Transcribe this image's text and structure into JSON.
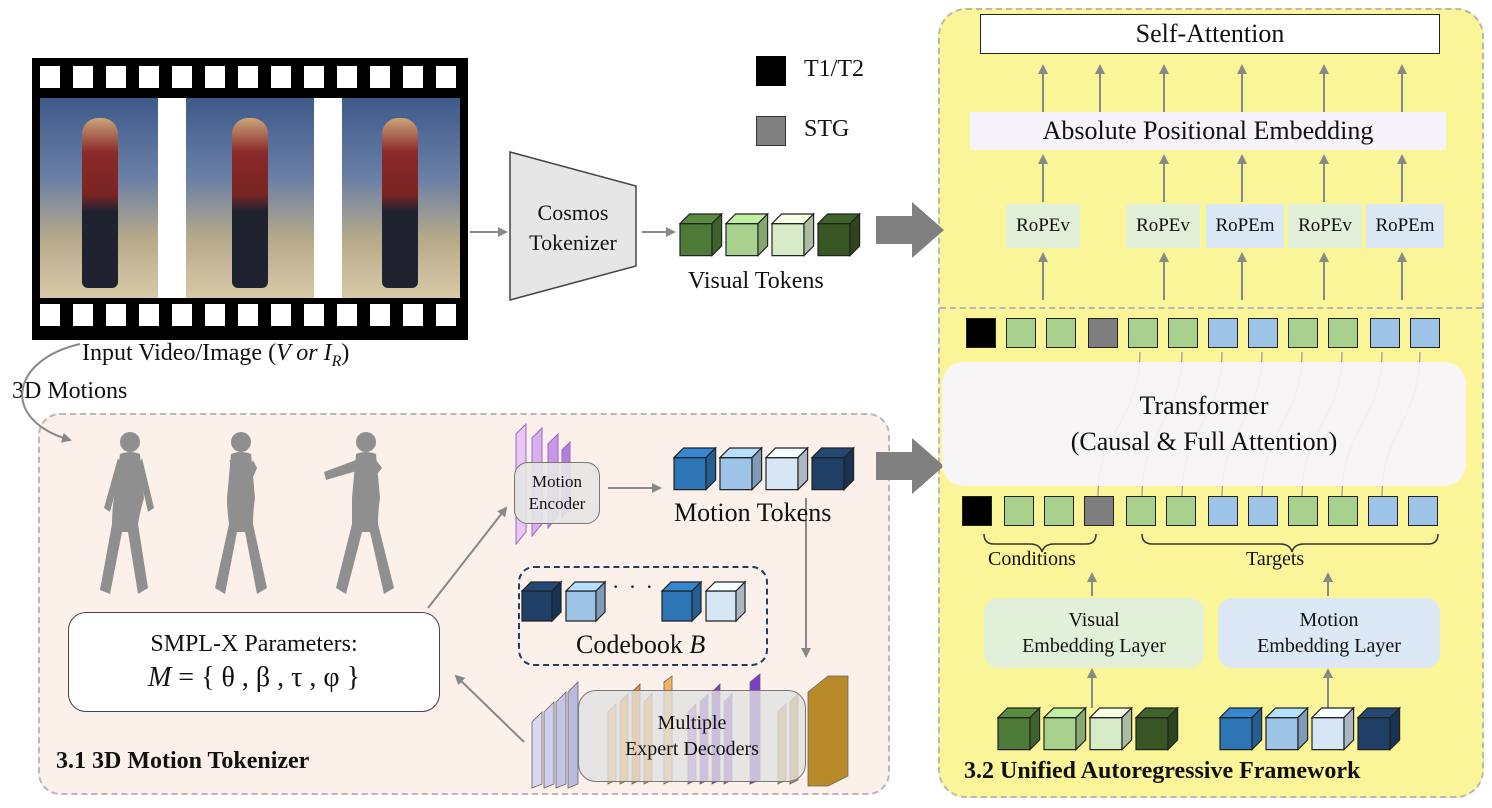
{
  "legend": [
    {
      "label": "T1/T2",
      "color": "#000000"
    },
    {
      "label": "STG",
      "color": "#808080"
    }
  ],
  "input": {
    "caption_prefix": "Input Video/Image (",
    "caption_v": "V",
    "caption_or": " or ",
    "caption_i": "I",
    "caption_sub": "R",
    "caption_suffix": ")"
  },
  "motions_label": "3D Motions",
  "cosmos": {
    "line1": "Cosmos",
    "line2": "Tokenizer"
  },
  "visual_tokens_label": "Visual Tokens",
  "motion_tokens_label": "Motion Tokens",
  "motion_encoder": {
    "line1": "Motion",
    "line2": "Encoder"
  },
  "codebook": {
    "label": "Codebook ",
    "symbol": "B",
    "dots": "· · ·"
  },
  "decoders": {
    "line1": "Multiple",
    "line2": "Expert Decoders"
  },
  "smplx": {
    "title": "SMPL-X Parameters:",
    "formula_m": "M",
    "formula_rest": " = {  θ  ,  β  ,  τ  ,  φ  }"
  },
  "section_31": "3.1 3D Motion Tokenizer",
  "section_32": "3.2 Unified Autoregressive Framework",
  "self_attention": "Self-Attention",
  "abs_pos_embedding": "Absolute Positional Embedding",
  "rope_items": [
    "RoPEv",
    "RoPEv",
    "RoPEm",
    "RoPEv",
    "RoPEm"
  ],
  "transformer": {
    "line1": "Transformer",
    "line2": "(Causal & Full Attention)"
  },
  "conditions_label": "Conditions",
  "targets_label": "Targets",
  "visual_embedding": {
    "line1": "Visual",
    "line2": "Embedding Layer"
  },
  "motion_embedding": {
    "line1": "Motion",
    "line2": "Embedding Layer"
  },
  "colors": {
    "yellow_panel": "#fbf59a",
    "peach_panel": "#fbf0ea",
    "green_dark": "#4e7a37",
    "green_mid": "#a9d18e",
    "green_light": "#d6ebc8",
    "green_darkest": "#375623",
    "blue_dark": "#2e75b6",
    "blue_mid": "#9dc3e6",
    "blue_light": "#d6e6f5",
    "blue_darkest": "#1f3f66",
    "gray_token": "#7f7f7f"
  }
}
